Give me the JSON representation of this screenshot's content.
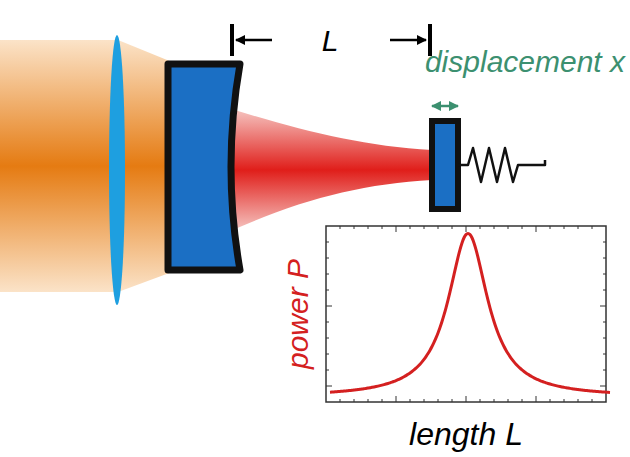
{
  "diagram": {
    "labels": [
      "L",
      "displacement x",
      "power P",
      "length L"
    ]
  }
}
